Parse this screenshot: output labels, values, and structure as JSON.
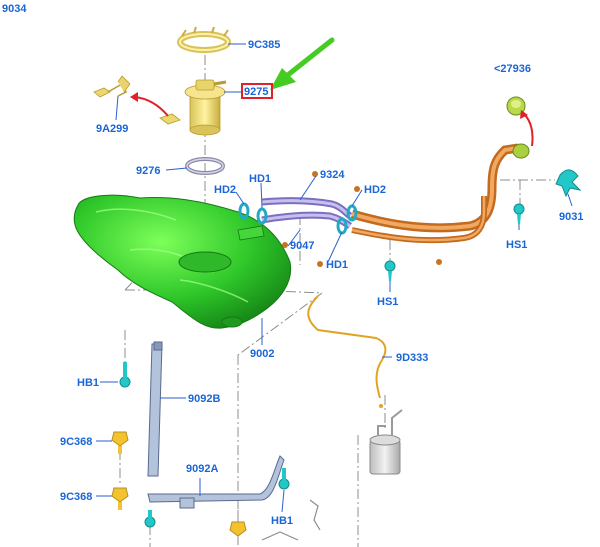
{
  "diagram": {
    "figure_id": "9034",
    "labels": {
      "9C385": "9C385",
      "9275": "9275",
      "9A299": "9A299",
      "9276": "9276",
      "27936": "<27936",
      "HD2a": "HD2",
      "HD1a": "HD1",
      "9324": "9324",
      "HD2b": "HD2",
      "9047": "9047",
      "HD1b": "HD1",
      "HS1a": "HS1",
      "HS1b": "HS1",
      "9031": "9031",
      "9002": "9002",
      "9D333": "9D333",
      "HB1a": "HB1",
      "9092B": "9092B",
      "9C368a": "9C368",
      "9092A": "9092A",
      "9C368b": "9C368",
      "HB1b": "HB1"
    },
    "colors": {
      "label": "#1a66d6",
      "tank": "#33cc33",
      "highlight_box": "#e0202a",
      "callout_arrow": "#44cc22",
      "motion_arrow": "#e0202a",
      "orange_tube": "#e08a3a",
      "purple_tube": "#9a8fd6",
      "clip_cyan": "#22c7c7",
      "bolt_yellow": "#f2c230",
      "bullet_brown": "#c8731f"
    }
  }
}
